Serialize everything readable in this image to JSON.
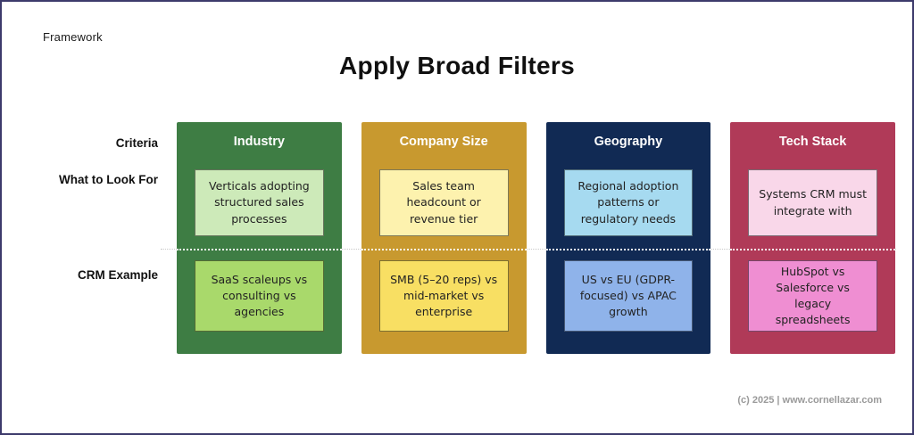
{
  "page": {
    "framework_label": "Framework",
    "title": "Apply Broad Filters",
    "footer": "(c) 2025 | www.cornellazar.com",
    "border_color": "#3d3a6b",
    "background": "#ffffff"
  },
  "row_labels": {
    "criteria": "Criteria",
    "look_for": "What to Look For",
    "example": "CRM Example"
  },
  "columns": [
    {
      "header": "Industry",
      "column_bg": "#3e7d44",
      "look_for": "Verticals adopting structured sales processes",
      "look_for_bg": "#cdeab9",
      "example": "SaaS scaleups vs consulting vs agencies",
      "example_bg": "#a9d96b"
    },
    {
      "header": "Company Size",
      "column_bg": "#c8992f",
      "look_for": "Sales team headcount or revenue tier",
      "look_for_bg": "#fdf2ae",
      "example": "SMB (5–20 reps) vs mid-market vs enterprise",
      "example_bg": "#f8df63"
    },
    {
      "header": "Geography",
      "column_bg": "#112a54",
      "look_for": "Regional adoption patterns or regulatory needs",
      "look_for_bg": "#a6daf0",
      "example": "US vs EU (GDPR-focused) vs APAC growth",
      "example_bg": "#8fb3ea"
    },
    {
      "header": "Tech Stack",
      "column_bg": "#b03a58",
      "look_for": "Systems CRM must integrate with",
      "look_for_bg": "#f9d7e9",
      "example": "HubSpot vs Salesforce vs legacy spreadsheets",
      "example_bg": "#ef8ed2"
    }
  ]
}
